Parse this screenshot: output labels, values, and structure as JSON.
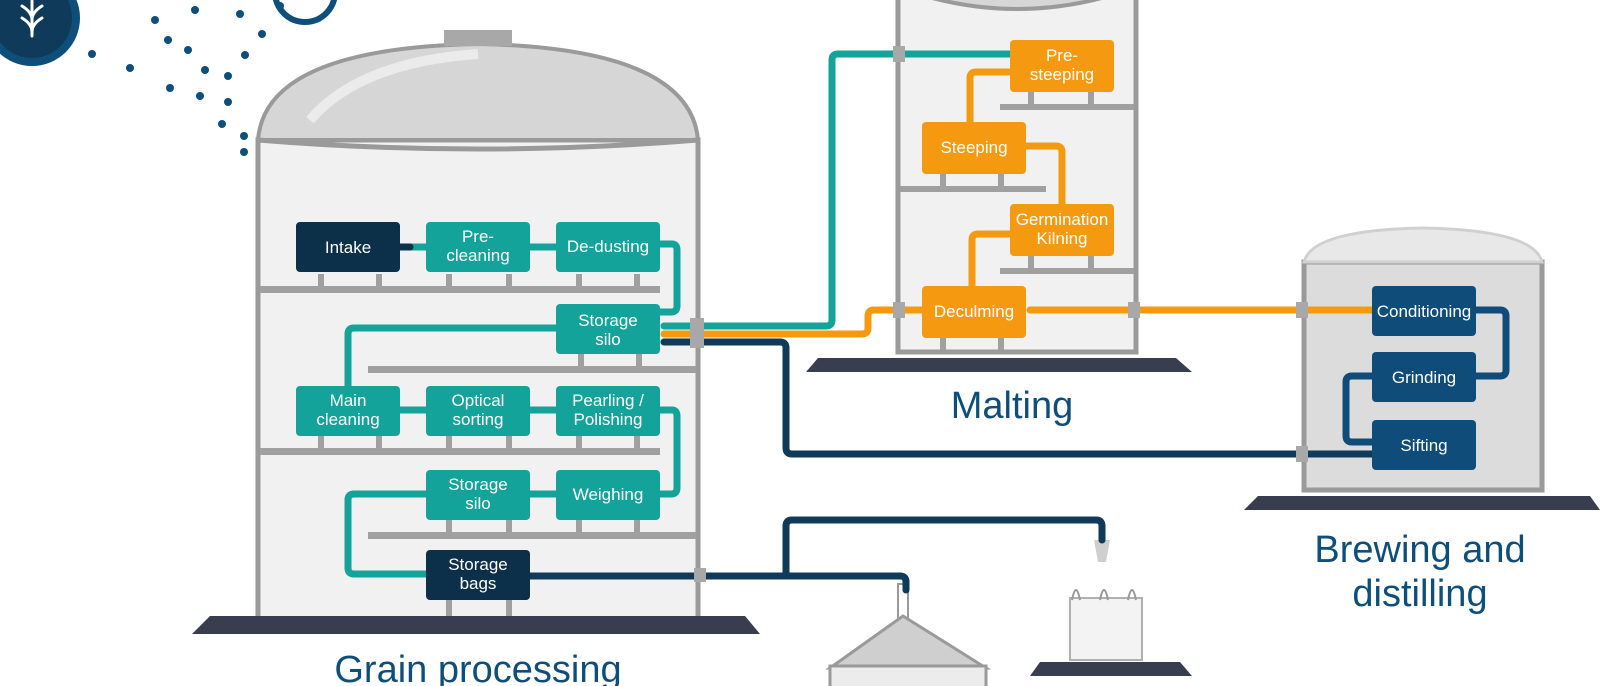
{
  "colors": {
    "teal": "#13a39a",
    "orange": "#f59a10",
    "navy": "#0f3a5a",
    "dark_box": "#0c2f4a",
    "blue_box": "#0f4c79",
    "structure": "#9a9a9a",
    "base": "#383e50",
    "label": "#0d4f7a"
  },
  "icons": [
    "grain-icon"
  ],
  "grain_processing": {
    "label": "Grain processing",
    "boxes": {
      "intake": [
        "Intake"
      ],
      "pre_cleaning": [
        "Pre-",
        "cleaning"
      ],
      "de_dusting": [
        "De-dusting"
      ],
      "storage_silo_1": [
        "Storage",
        "silo"
      ],
      "main_cleaning": [
        "Main",
        "cleaning"
      ],
      "optical_sorting": [
        "Optical",
        "sorting"
      ],
      "pearling": [
        "Pearling /",
        "Polishing"
      ],
      "storage_silo_2": [
        "Storage",
        "silo"
      ],
      "weighing": [
        "Weighing"
      ],
      "storage_bags": [
        "Storage",
        "bags"
      ]
    }
  },
  "malting": {
    "label": "Malting",
    "boxes": {
      "pre_steeping": [
        "Pre-",
        "steeping"
      ],
      "steeping": [
        "Steeping"
      ],
      "germination": [
        "Germination",
        "Kilning"
      ],
      "deculming": [
        "Deculming"
      ]
    }
  },
  "brewing": {
    "label_lines": [
      "Brewing and",
      "distilling"
    ],
    "boxes": {
      "conditioning": [
        "Conditioning"
      ],
      "grinding": [
        "Grinding"
      ],
      "sifting": [
        "Sifting"
      ]
    }
  }
}
